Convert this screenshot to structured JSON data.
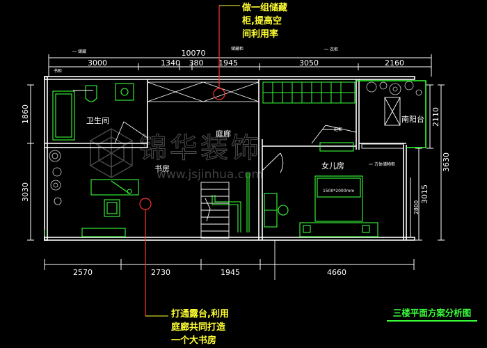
{
  "annotations": {
    "top": "做一组储藏\n柜,提高空\n间利用率",
    "bottom": "打通露台,利用\n庭廊共同打造\n一个大书房"
  },
  "title": "三楼平面方案分析图",
  "overall_dimension": "10070",
  "top_dimensions": [
    "3000",
    "1340",
    "380",
    "1945",
    "3050",
    "2160"
  ],
  "bottom_dimensions": [
    "2570",
    "2730",
    "1945",
    "4660"
  ],
  "left_dimensions": [
    "1860",
    "3030"
  ],
  "right_dimensions": [
    "2110",
    "3015",
    "3630"
  ],
  "inner_dimension": "2800",
  "rooms": {
    "bathroom": "卫生间",
    "corridor": "庭廊",
    "study": "书房",
    "girls_room": "女儿房",
    "south_balcony": "南阳台"
  },
  "small_labels": [
    "储藏",
    "储藏柜",
    "衣柜",
    "书柜",
    "鞋柜",
    "1500*2000mm",
    "方体储物柜"
  ],
  "watermark": {
    "brand": "锦华装饰",
    "site": "www.jsjinhua.com"
  },
  "colors": {
    "background": "#000000",
    "wall": "#ffffff",
    "furniture": "#39ff39",
    "annotation": "#ffff33",
    "leader": "#ff3333",
    "dimension": "#ffffff"
  }
}
